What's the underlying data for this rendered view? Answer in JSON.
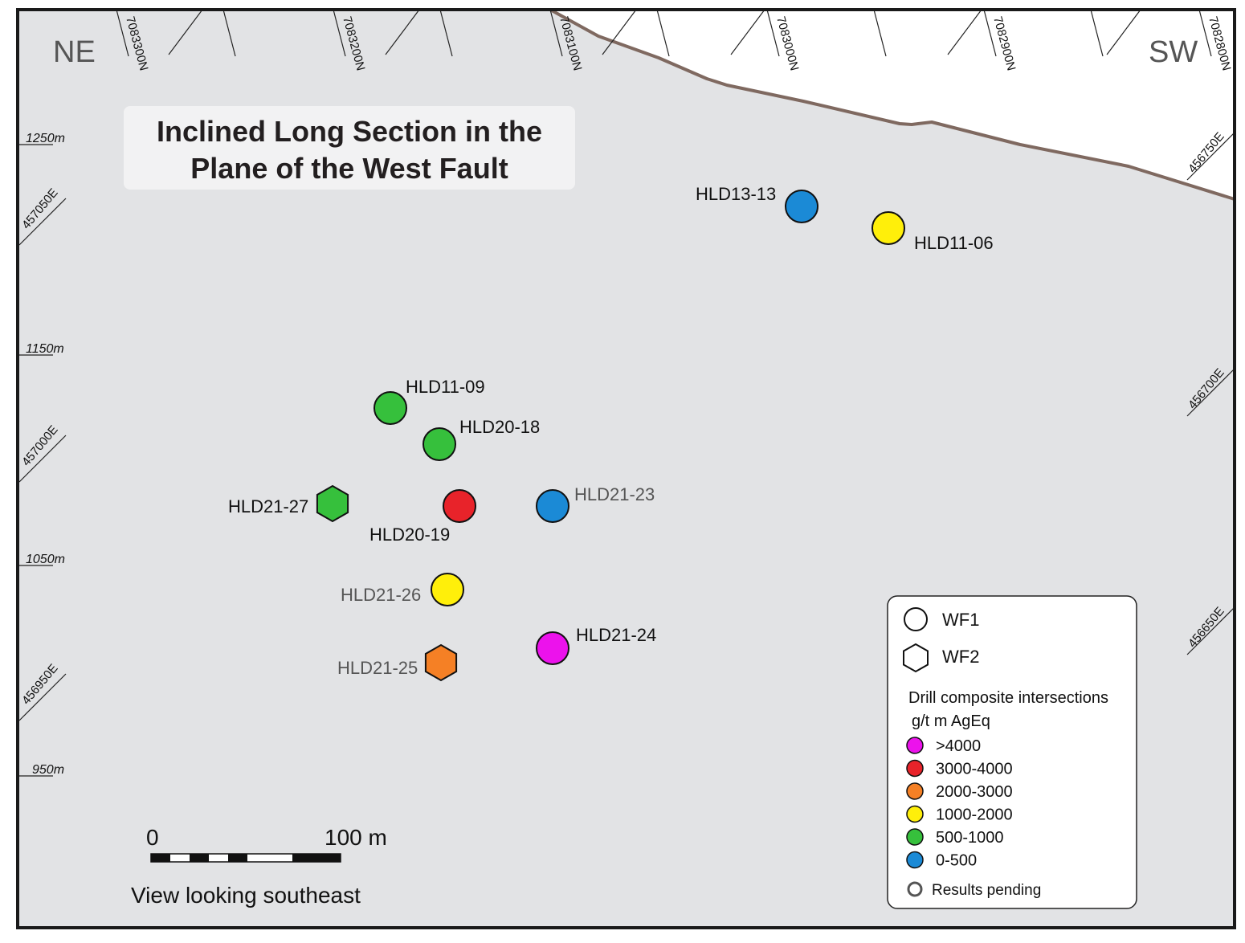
{
  "title": {
    "line1": "Inclined Long Section in the",
    "line2": "Plane of the West Fault"
  },
  "orientation": {
    "left": "NE",
    "right": "SW"
  },
  "northings": [
    "7083300N",
    "7083200N",
    "7083100N",
    "7083000N",
    "7082900N",
    "7082800N"
  ],
  "elevations": [
    "1250m",
    "1150m",
    "1050m",
    "950m"
  ],
  "eastings_left": [
    "457050E",
    "457000E",
    "456950E"
  ],
  "eastings_right": [
    "456750E",
    "456700E",
    "456650E"
  ],
  "drillholes": [
    {
      "id": "HLD13-13",
      "label": "HLD13-13",
      "zone": "WF1",
      "grade_class": "0-500",
      "pending": false
    },
    {
      "id": "HLD11-06",
      "label": "HLD11-06",
      "zone": "WF1",
      "grade_class": "1000-2000",
      "pending": false
    },
    {
      "id": "HLD11-09",
      "label": "HLD11-09",
      "zone": "WF1",
      "grade_class": "500-1000",
      "pending": false
    },
    {
      "id": "HLD20-18",
      "label": "HLD20-18",
      "zone": "WF1",
      "grade_class": "500-1000",
      "pending": false
    },
    {
      "id": "HLD21-27",
      "label": "HLD21-27",
      "zone": "WF2",
      "grade_class": "500-1000",
      "pending": false
    },
    {
      "id": "HLD20-19",
      "label": "HLD20-19",
      "zone": "WF1",
      "grade_class": "3000-4000",
      "pending": false
    },
    {
      "id": "HLD21-23",
      "label": "HLD21-23",
      "zone": "WF1",
      "grade_class": "0-500",
      "pending": false
    },
    {
      "id": "HLD21-26",
      "label": "HLD21-26",
      "zone": "WF1",
      "grade_class": "1000-2000",
      "pending": false
    },
    {
      "id": "HLD21-24",
      "label": "HLD21-24",
      "zone": "WF1",
      "grade_class": ">4000",
      "pending": false
    },
    {
      "id": "HLD21-25",
      "label": "HLD21-25",
      "zone": "WF2",
      "grade_class": "2000-3000",
      "pending": false
    }
  ],
  "legend": {
    "shapes": [
      {
        "label": "WF1",
        "shape": "circle"
      },
      {
        "label": "WF2",
        "shape": "hexagon"
      }
    ],
    "heading_line1": "Drill composite intersections",
    "heading_line2": "g/t m AgEq",
    "classes": [
      {
        "label": ">4000",
        "color": "#ec12ec"
      },
      {
        "label": "3000-4000",
        "color": "#e8232a"
      },
      {
        "label": "2000-3000",
        "color": "#f58025"
      },
      {
        "label": "1000-2000",
        "color": "#ffef0a"
      },
      {
        "label": "500-1000",
        "color": "#36c03c"
      },
      {
        "label": "0-500",
        "color": "#1b8ad6"
      }
    ],
    "pending_label": "Results pending"
  },
  "scale_bar": {
    "start_label": "0",
    "end_label": "100 m"
  },
  "view_caption": "View looking southeast",
  "colors": {
    "section_fill": "#e2e3e5",
    "fault_line": "#7f6960",
    "frame": "#1a1a1a"
  }
}
